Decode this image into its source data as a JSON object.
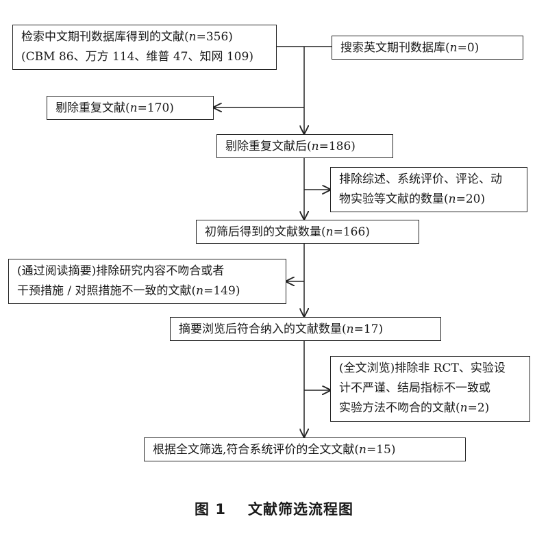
{
  "nodes": {
    "search_cn": {
      "line1_pre": "检索中文期刊数据库得到的文献(",
      "n_var": "n",
      "line1_post": "=356)",
      "line2": "(CBM 86、万方 114、维普 47、知网 109)"
    },
    "search_en": {
      "pre": "搜索英文期刊数据库(",
      "n_var": "n",
      "post": "=0)"
    },
    "dup_removed": {
      "pre": "剔除重复文献(",
      "n_var": "n",
      "post": "=170)"
    },
    "after_dedup": {
      "pre": "剔除重复文献后(",
      "n_var": "n",
      "post": "=186)"
    },
    "exclude_reviews": {
      "line1": "排除综述、系统评价、评论、动",
      "line2_pre": "物实验等文献的数量(",
      "n_var": "n",
      "line2_post": "=20)"
    },
    "initial_screen": {
      "pre": "初筛后得到的文献数量(",
      "n_var": "n",
      "post": "=166)"
    },
    "exclude_abstract": {
      "line1": "(通过阅读摘要)排除研究内容不吻合或者",
      "line2_pre": "干预措施 / 对照措施不一致的文献(",
      "n_var": "n",
      "line2_post": "=149)"
    },
    "abstract_included": {
      "pre": "摘要浏览后符合纳入的文献数量(",
      "n_var": "n",
      "post": "=17)"
    },
    "exclude_fulltext": {
      "line1": "(全文浏览)排除非 RCT、实验设",
      "line2": "计不严谨、结局指标不一致或",
      "line3_pre": "实验方法不吻合的文献(",
      "n_var": "n",
      "line3_post": "=2)"
    },
    "final_included": {
      "pre": "根据全文筛选,符合系统评价的全文文献(",
      "n_var": "n",
      "post": "=15)"
    }
  },
  "caption": {
    "figure_no": "图 1",
    "title": "文献筛选流程图"
  },
  "colors": {
    "line": "#222222",
    "text": "#1a1a1a",
    "background": "#ffffff"
  }
}
